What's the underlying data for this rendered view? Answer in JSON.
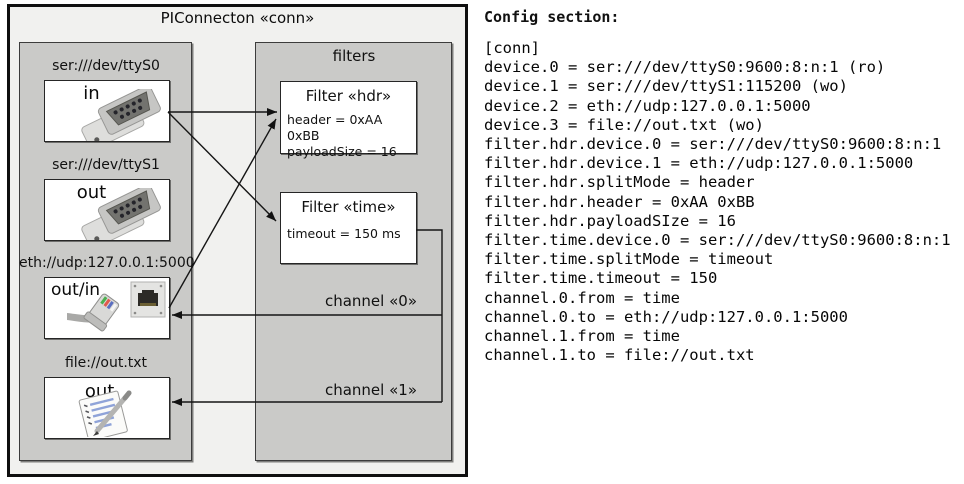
{
  "diagram": {
    "title": "PIConnecton «conn»",
    "devices": [
      {
        "label": "ser:///dev/ttyS0",
        "direction": "in",
        "icon": "serial-connector-icon"
      },
      {
        "label": "ser:///dev/ttyS1",
        "direction": "out",
        "icon": "serial-connector-icon"
      },
      {
        "label": "eth://udp:127.0.0.1:5000",
        "direction": "out/in",
        "icon": "ethernet-connector-icon"
      },
      {
        "label": "file://out.txt",
        "direction": "out",
        "icon": "notepad-icon"
      }
    ],
    "filters_panel_title": "filters",
    "filters": [
      {
        "title": "Filter «hdr»",
        "params": [
          "header = 0xAA 0xBB",
          "payloadSize = 16"
        ]
      },
      {
        "title": "Filter «time»",
        "params": [
          "timeout = 150 ms"
        ]
      }
    ],
    "channel_labels": [
      "channel «0»",
      "channel «1»"
    ],
    "connections": [
      {
        "from": "ser:///dev/ttyS0 in",
        "to": "Filter «hdr»"
      },
      {
        "from": "ser:///dev/ttyS0 in",
        "to": "Filter «time»"
      },
      {
        "from": "eth://udp:127.0.0.1:5000 out/in",
        "to": "Filter «hdr»"
      },
      {
        "from": "Filter «time»",
        "to": "eth://udp:127.0.0.1:5000 out/in",
        "label": "channel «0»"
      },
      {
        "from": "Filter «time»",
        "to": "file://out.txt out",
        "label": "channel «1»"
      }
    ]
  },
  "config": {
    "title": "Config section:",
    "lines": [
      "[conn]",
      "device.0 = ser:///dev/ttyS0:9600:8:n:1 (ro)",
      "device.1 = ser:///dev/ttyS1:115200 (wo)",
      "device.2 = eth://udp:127.0.0.1:5000",
      "device.3 = file://out.txt (wo)",
      "filter.hdr.device.0 = ser:///dev/ttyS0:9600:8:n:1",
      "filter.hdr.device.1 = eth://udp:127.0.0.1:5000",
      "filter.hdr.splitMode = header",
      "filter.hdr.header = 0xAA 0xBB",
      "filter.hdr.payloadSIze = 16",
      "filter.time.device.0 = ser:///dev/ttyS0:9600:8:n:1",
      "filter.time.splitMode = timeout",
      "filter.time.timeout = 150",
      "channel.0.from = time",
      "channel.0.to = eth://udp:127.0.0.1:5000",
      "channel.1.from = time",
      "channel.1.to = file://out.txt"
    ]
  }
}
